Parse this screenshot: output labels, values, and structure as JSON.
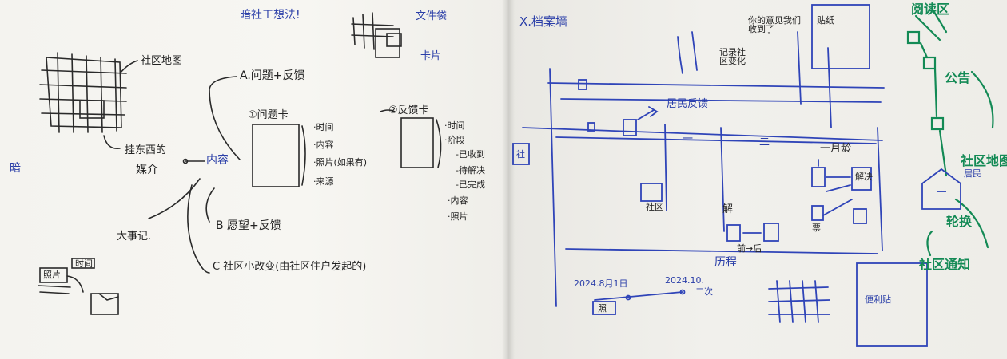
{
  "left_page": {
    "heading": "暗社工想法!",
    "side_label": "暗",
    "texts": {
      "community_map": "社区地图",
      "file_bag": "文件袋",
      "card": "卡片",
      "hang_media": "挂东西的",
      "media": "媒介",
      "content": "内容",
      "a_title": "A.问题+反馈",
      "problem_card": "①问题卡",
      "feedback_card": "②反馈卡",
      "pc_time": "·时间",
      "pc_content": "·内容",
      "pc_photo": "·照片(如果有)",
      "pc_source": "·来源",
      "fc_time": "·时间",
      "fc_stage": "·阶段",
      "fc_received": "-已收到",
      "fc_solving": "-待解决",
      "fc_done": "-已完成",
      "fc_content": "·内容",
      "fc_photo": "·照片",
      "b_title": "B 愿望+反馈",
      "c_title": "C 社区小改变(由社区住户发起的)",
      "events": "大事记.",
      "photo1": "照片",
      "date_tag": "时间"
    }
  },
  "right_page": {
    "heading": "X.档案墙",
    "texts": {
      "resident_feedback": "居民反馈",
      "section_one": "一",
      "section_two": "二",
      "one_month": "一月龄",
      "community": "社区",
      "solve": "解决",
      "ticket": "票",
      "idea": "解",
      "history": "历程",
      "date1": "2024.8月1日",
      "date2": "2024.10.",
      "date2b": "二次",
      "photo_tag": "照",
      "before_after": "前→后",
      "left_box": "社",
      "sticky_note": "便利贴",
      "house_label": "居民",
      "green1": "阅读区",
      "green2": "公告",
      "green3": "社区地图",
      "green4": "轮换",
      "green5": "社区通知",
      "note_top": "贴纸",
      "note_corner1": "你的意见我们收到了",
      "note_corner2": "记录社区变化"
    }
  }
}
